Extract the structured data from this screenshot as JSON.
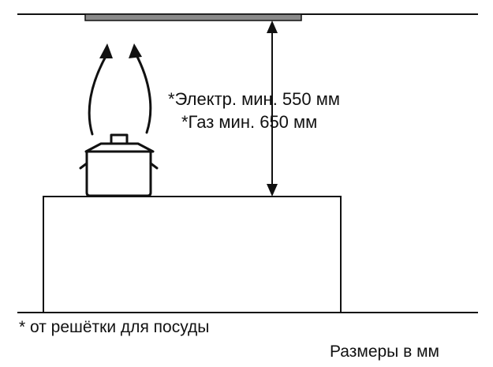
{
  "labels": {
    "electric_min": "*Электр. мин. 550 мм",
    "gas_min": "*Газ мин. 650 мм",
    "footnote": "* от решётки для посуды",
    "units": "Размеры в мм"
  },
  "colors": {
    "line": "#111111",
    "hood_fill": "#8a8a8a"
  }
}
